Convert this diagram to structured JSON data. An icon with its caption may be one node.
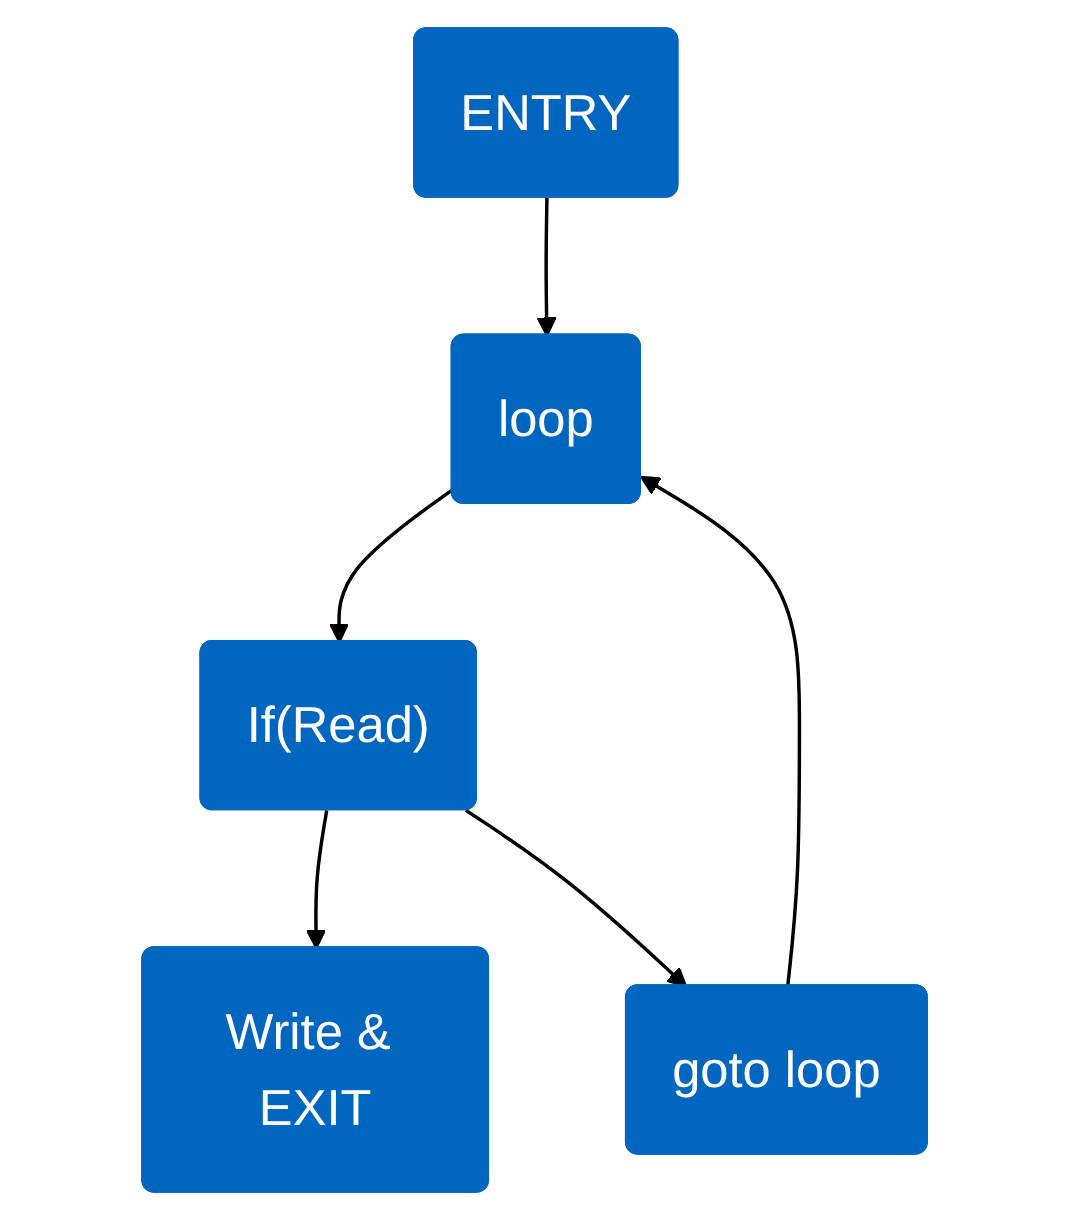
{
  "diagram": {
    "nodes": [
      {
        "text": [
          "ENTRY"
        ]
      },
      {
        "text": [
          "loop"
        ]
      },
      {
        "text": [
          "If(Read)"
        ]
      },
      {
        "text": [
          "Write & EXIT"
        ]
      },
      {
        "text": [
          "goto loop"
        ]
      }
    ],
    "edges": [
      {
        "from": 0,
        "to": 1,
        "arrow": "to"
      },
      {
        "from": 1,
        "to": 2,
        "arrow": "to"
      },
      {
        "from": 2,
        "to": 3,
        "arrow": "to"
      },
      {
        "from": 2,
        "to": 4,
        "arrow": "to"
      },
      {
        "from": 4,
        "to": 1,
        "arrow": "to"
      }
    ]
  }
}
